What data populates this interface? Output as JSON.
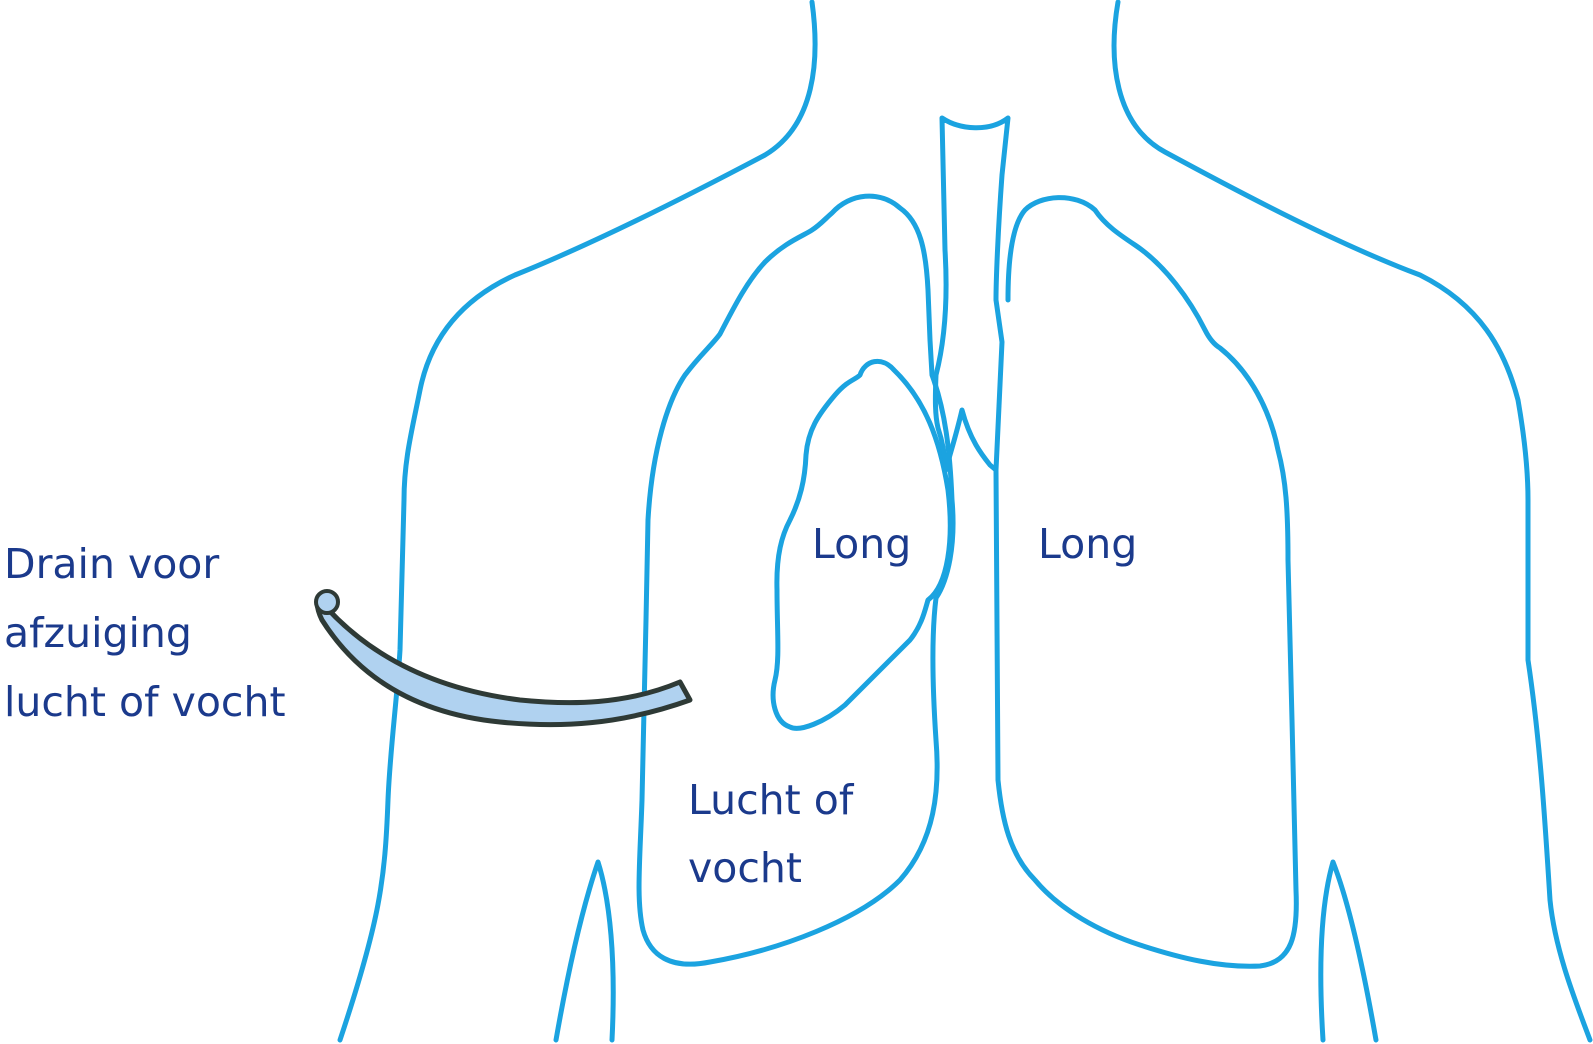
{
  "labels": {
    "drain_line1": "Drain voor",
    "drain_line2": "afzuiging",
    "drain_line3": "lucht of vocht",
    "lung_left": "Long",
    "lung_right": "Long",
    "fluid_line1": "Lucht of",
    "fluid_line2": "vocht"
  },
  "colors": {
    "outline": "#1ba3e0",
    "fluid_fill": "#b0d2f0",
    "text": "#1b3a8c",
    "drain_outline": "#2e3a36",
    "drain_fill": "#b0d2f0"
  }
}
